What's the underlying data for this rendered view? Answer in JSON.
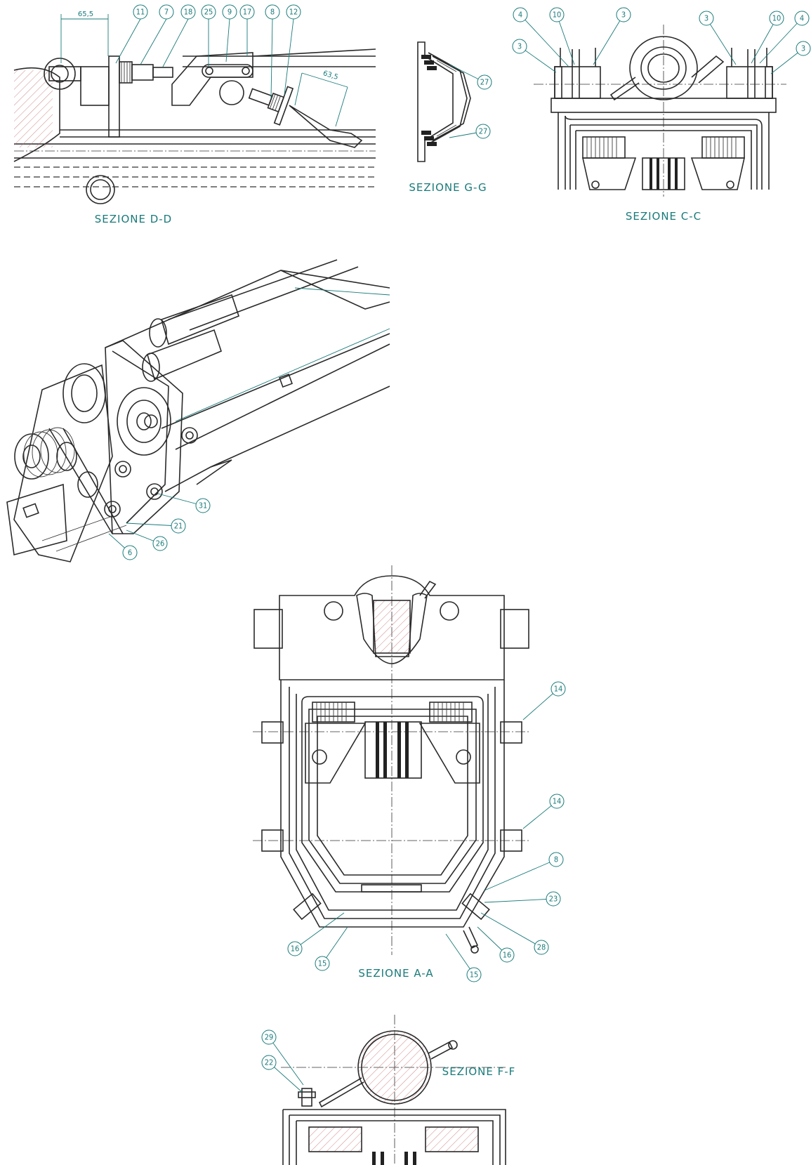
{
  "sections": {
    "d": "SEZIONE D-D",
    "g": "SEZIONE G-G",
    "c": "SEZIONE C-C",
    "a": "SEZIONE A-A",
    "f": "SEZIONE F-F"
  },
  "dimensions": {
    "d1": "65,5",
    "d2": "63,5"
  },
  "balloons": {
    "dd": [
      "11",
      "7",
      "18",
      "25",
      "9",
      "17",
      "8",
      "12"
    ],
    "gg": [
      "27",
      "27"
    ],
    "cc": [
      "4",
      "10",
      "3",
      "3",
      "3",
      "10",
      "4",
      "3"
    ],
    "iso": [
      "31",
      "21",
      "26",
      "6"
    ],
    "aa": [
      "14",
      "14",
      "8",
      "23",
      "28",
      "16",
      "15",
      "16",
      "15"
    ],
    "ff": [
      "29",
      "22"
    ]
  }
}
